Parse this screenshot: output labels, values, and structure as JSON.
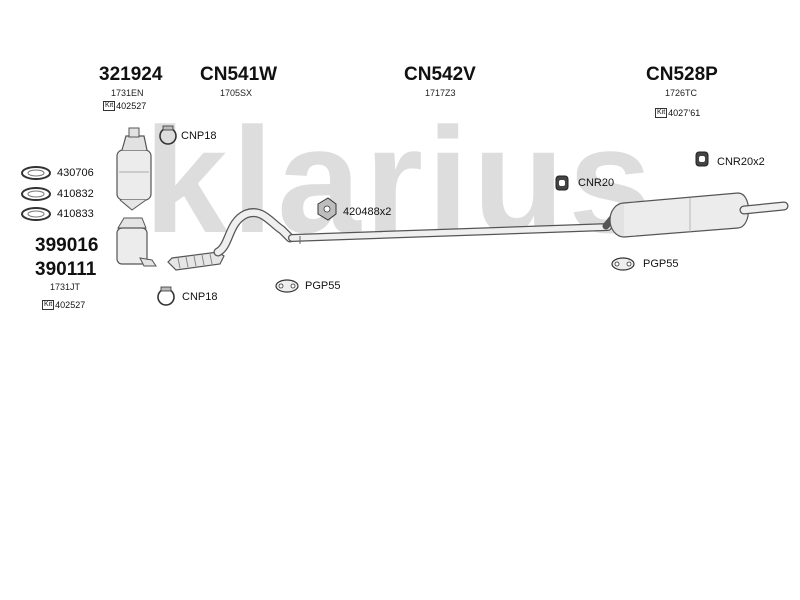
{
  "watermark": {
    "brand": "klarius",
    "color": "#d9d9d9"
  },
  "kit_label": "Kit",
  "parts": [
    {
      "number": "321924",
      "code": "1731EN",
      "kit": "402527"
    },
    {
      "number": "CN541W",
      "code": "1705SX"
    },
    {
      "number": "CN542V",
      "code": "1717Z3"
    },
    {
      "number": "CN528P",
      "code": "1726TC",
      "kit": "4027’61"
    }
  ],
  "alt_parts": {
    "number_a": "399016",
    "number_b": "390111",
    "code": "1731JT",
    "kit": "402527"
  },
  "gaskets": [
    "430706",
    "410832",
    "410833"
  ],
  "fittings": {
    "clamp_upper": "CNP18",
    "clamp_lower": "CNP18",
    "mount_mid": "420488x2",
    "bracket_front": "PGP55",
    "rubber_mid": "CNR20",
    "rubber_rear": "CNR20x2",
    "bracket_rear": "PGP55"
  },
  "colors": {
    "ink": "#111111",
    "part_stroke": "#555555",
    "part_fill": "#eeeeee"
  }
}
